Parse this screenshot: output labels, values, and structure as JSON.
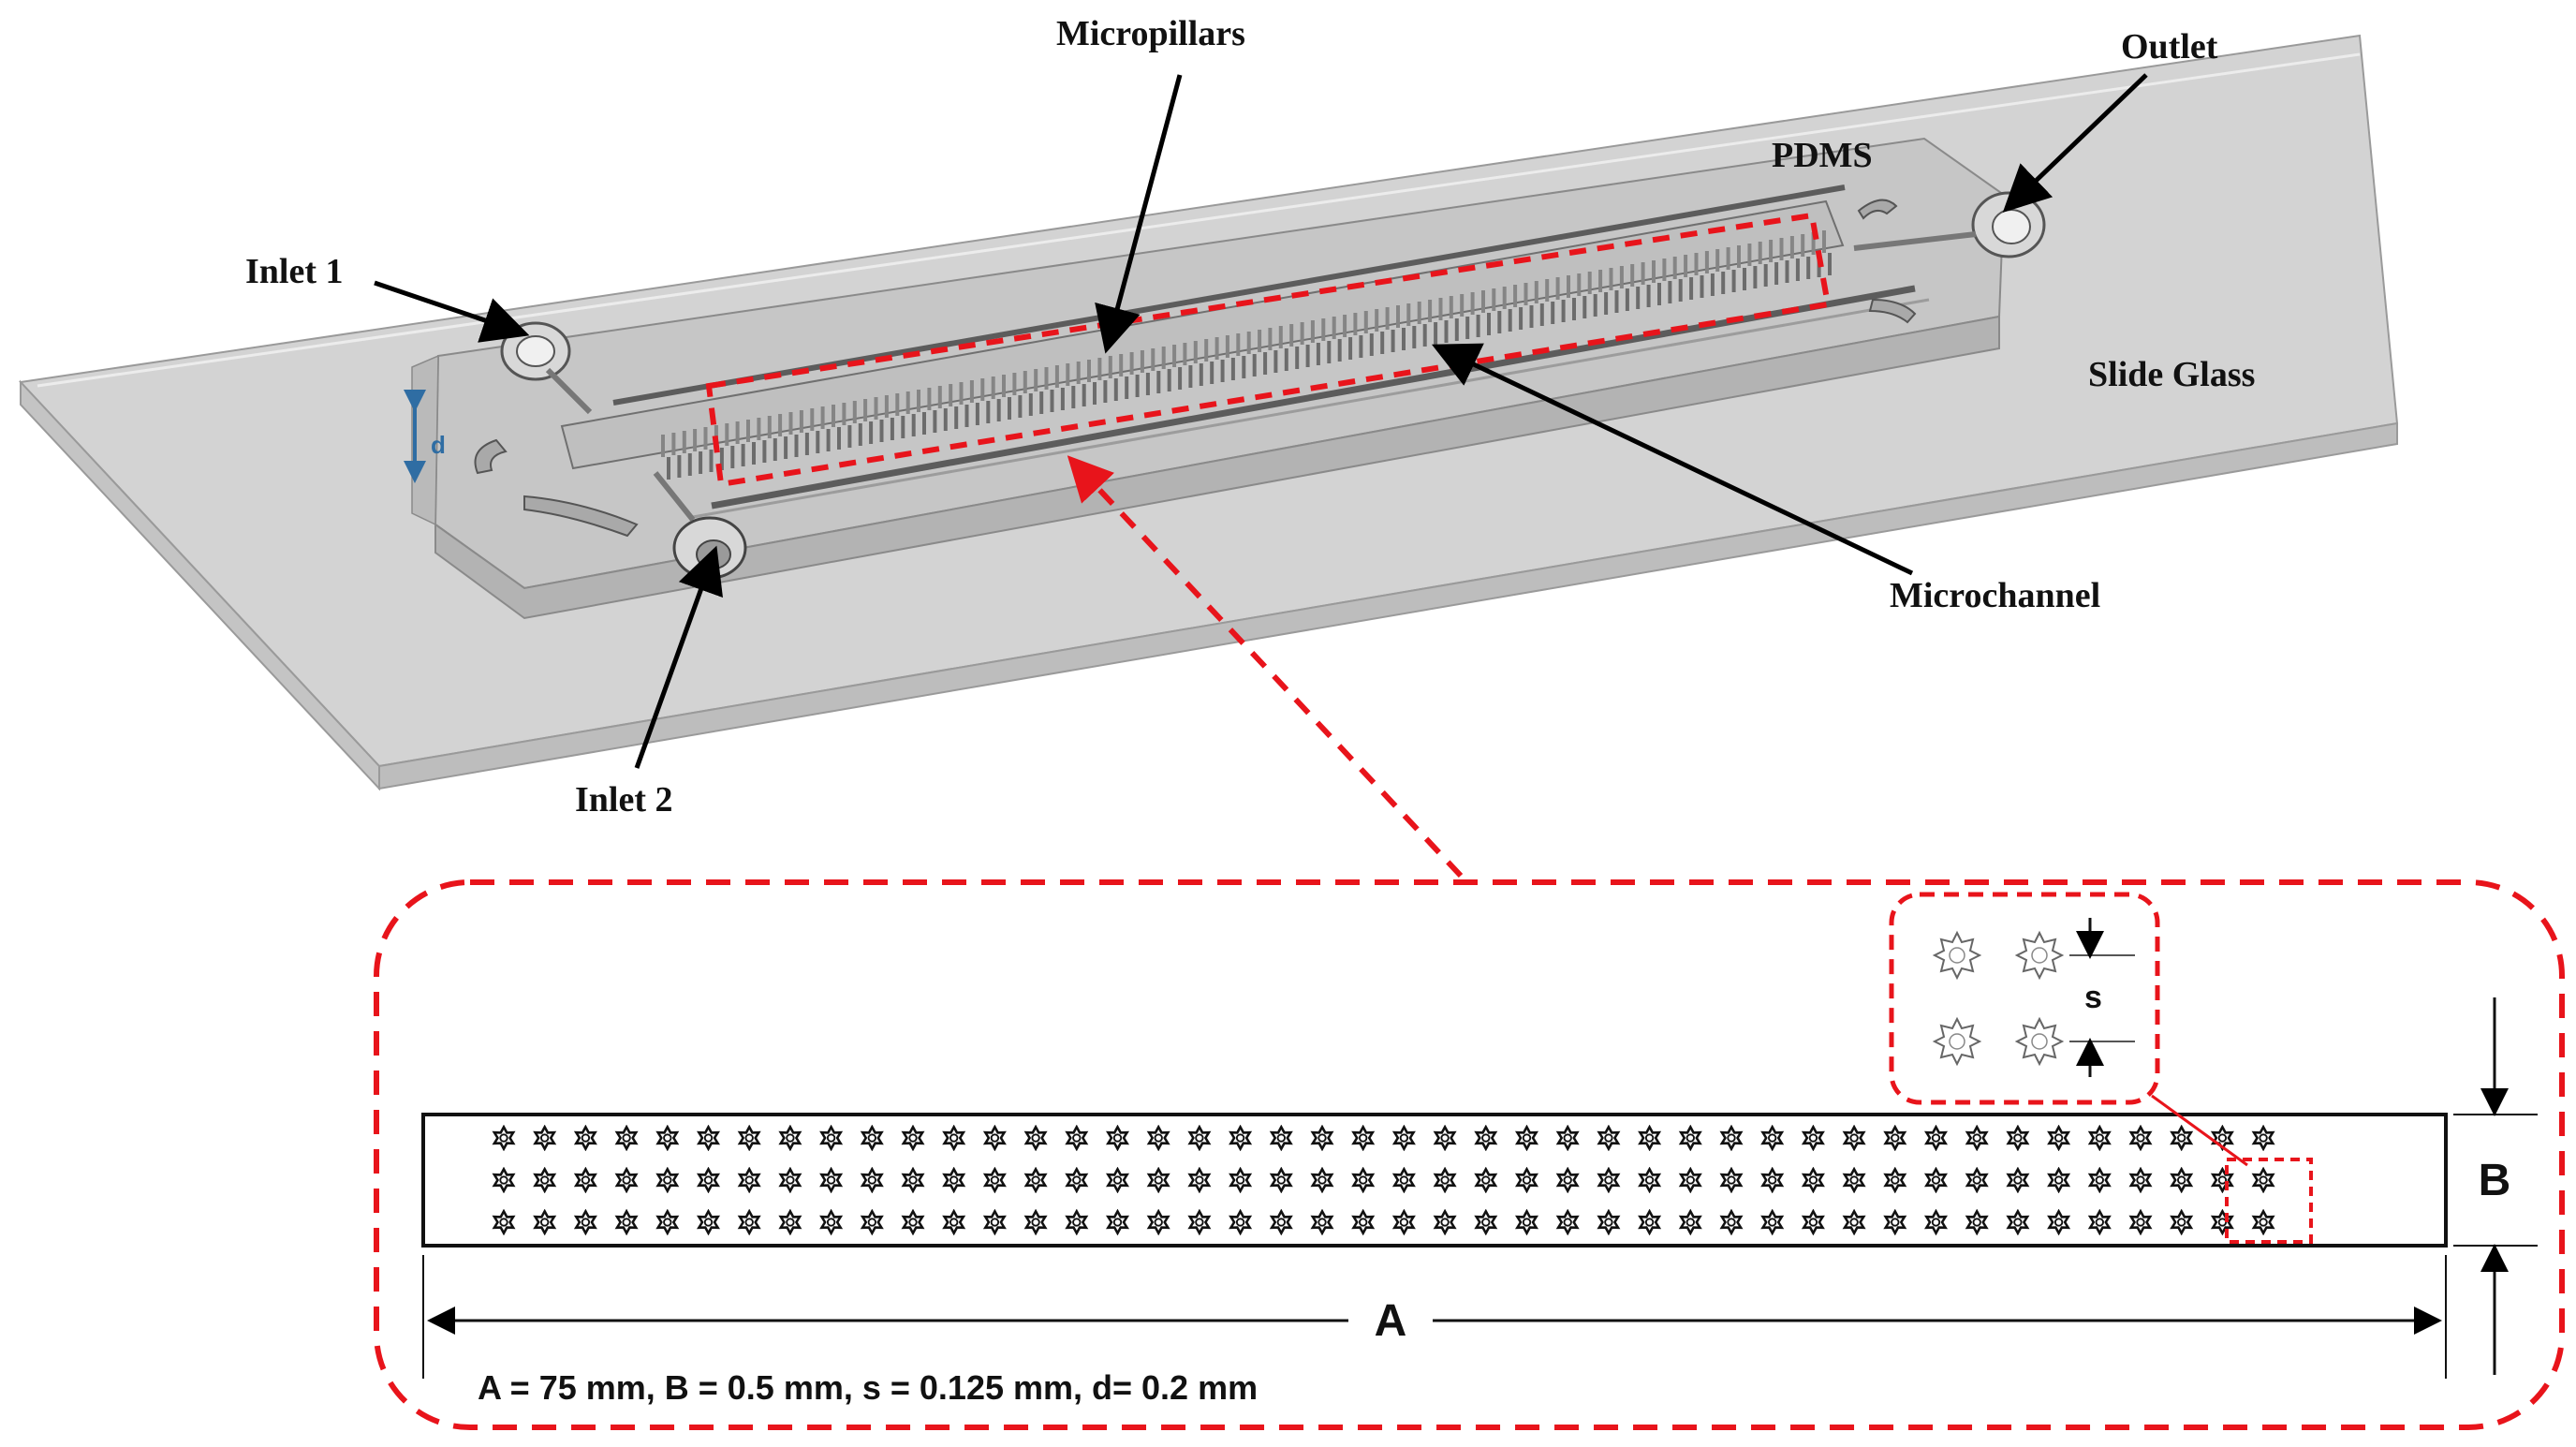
{
  "labels": {
    "micropillars": "Micropillars",
    "outlet": "Outlet",
    "pdms": "PDMS",
    "inlet1": "Inlet 1",
    "inlet2": "Inlet 2",
    "slide_glass": "Slide Glass",
    "microchannel": "Microchannel",
    "d_symbol": "d"
  },
  "detail": {
    "dim_a": "A",
    "dim_b": "B",
    "dim_s": "s",
    "caption": "A = 75 mm, B = 0.5 mm, s = 0.125 mm, d= 0.2 mm",
    "pillar_rows": 3,
    "pillar_columns": 44
  },
  "colors": {
    "highlight": "#e8141b",
    "glass": "#d3d3d3",
    "pdms": "#c6c6c6",
    "arrow": "#000000",
    "dimension_accent": "#2f6da3"
  }
}
